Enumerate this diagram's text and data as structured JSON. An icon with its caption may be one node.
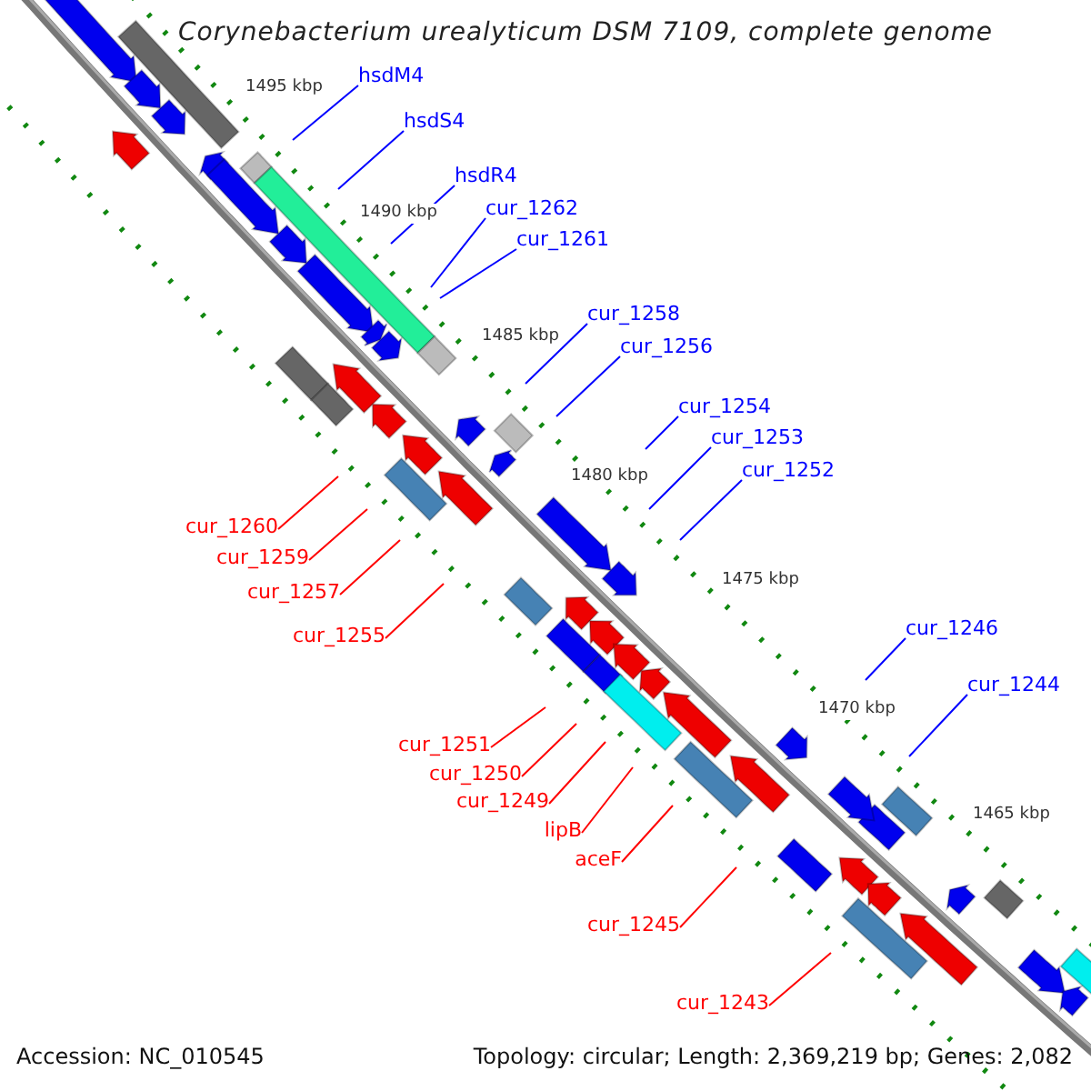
{
  "diagram": {
    "title": "Corynebacterium urealyticum DSM 7109, complete genome",
    "nodes": [
      {
        "text": [
          "hsdM4"
        ]
      },
      {
        "text": [
          "hsdS4"
        ]
      },
      {
        "text": [
          "hsdR4"
        ]
      },
      {
        "text": [
          "cur_1262"
        ]
      },
      {
        "text": [
          "cur_1261"
        ]
      },
      {
        "text": [
          "cur_1258"
        ]
      },
      {
        "text": [
          "cur_1256"
        ]
      },
      {
        "text": [
          "cur_1254"
        ]
      },
      {
        "text": [
          "cur_1253"
        ]
      },
      {
        "text": [
          "cur_1252"
        ]
      },
      {
        "text": [
          "cur_1260"
        ]
      },
      {
        "text": [
          "cur_1259"
        ]
      },
      {
        "text": [
          "cur_1257"
        ]
      },
      {
        "text": [
          "cur_1246"
        ]
      },
      {
        "text": [
          "cur_1255"
        ]
      },
      {
        "text": [
          "cur_1244"
        ]
      },
      {
        "text": [
          "cur_1251"
        ]
      },
      {
        "text": [
          "cur_1250"
        ]
      },
      {
        "text": [
          "cur_1249"
        ]
      },
      {
        "text": [
          "lipB"
        ]
      },
      {
        "text": [
          "aceF"
        ]
      },
      {
        "text": [
          "cur_1245"
        ]
      },
      {
        "text": [
          "cur_1243"
        ]
      }
    ],
    "edges": [
      {
        "from": 0,
        "to": null,
        "arrow": "none"
      },
      {
        "from": 1,
        "to": null,
        "arrow": "none"
      },
      {
        "from": 2,
        "to": null,
        "arrow": "none"
      },
      {
        "from": 3,
        "to": null,
        "arrow": "none"
      },
      {
        "from": 4,
        "to": null,
        "arrow": "none"
      },
      {
        "from": 5,
        "to": null,
        "arrow": "none"
      },
      {
        "from": 6,
        "to": null,
        "arrow": "none"
      },
      {
        "from": 7,
        "to": null,
        "arrow": "none"
      },
      {
        "from": 8,
        "to": null,
        "arrow": "none"
      },
      {
        "from": 9,
        "to": null,
        "arrow": "none"
      },
      {
        "from": 10,
        "to": null,
        "arrow": "none",
        "color": "#ff0000"
      },
      {
        "from": 11,
        "to": null,
        "arrow": "none",
        "color": "#ff0000"
      },
      {
        "from": 12,
        "to": null,
        "arrow": "none",
        "color": "#ff0000"
      },
      {
        "from": 13,
        "to": null,
        "arrow": "none"
      },
      {
        "from": 14,
        "to": null,
        "arrow": "none",
        "color": "#ff0000"
      },
      {
        "from": 15,
        "to": null,
        "arrow": "none"
      },
      {
        "from": 16,
        "to": null,
        "arrow": "none",
        "color": "#ff0000"
      },
      {
        "from": 17,
        "to": null,
        "arrow": "none",
        "color": "#ff0000"
      },
      {
        "from": 18,
        "to": null,
        "arrow": "none",
        "color": "#ff0000"
      },
      {
        "from": 19,
        "to": null,
        "arrow": "none",
        "color": "#ff0000"
      },
      {
        "from": 20,
        "to": null,
        "arrow": "none",
        "color": "#ff0000"
      },
      {
        "from": 21,
        "to": null,
        "arrow": "none",
        "color": "#ff0000"
      },
      {
        "from": 22,
        "to": null,
        "arrow": "none",
        "color": "#ff0000"
      }
    ],
    "labels": [
      "1495 kbp",
      "1490 kbp",
      "1485 kbp",
      "1480 kbp",
      "1475 kbp",
      "1470 kbp",
      "1465 kbp",
      "Accession: NC_010545",
      "Topology: circular; Length: 2,369,219 bp; Genes: 2,082"
    ]
  }
}
